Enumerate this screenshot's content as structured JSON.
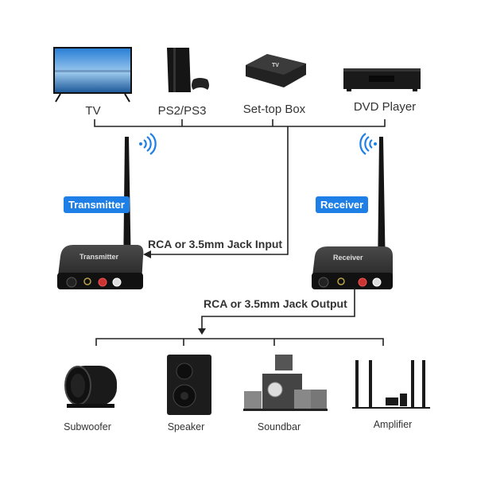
{
  "sources": [
    {
      "id": "tv",
      "label": "TV",
      "icon": "tv-icon"
    },
    {
      "id": "ps",
      "label": "PS2/PS3",
      "icon": "game-console-icon"
    },
    {
      "id": "stb",
      "label": "Set-top Box",
      "icon": "set-top-box-icon"
    },
    {
      "id": "dvd",
      "label": "DVD Player",
      "icon": "dvd-player-icon"
    }
  ],
  "transmitter": {
    "badge": "Transmitter",
    "device_text": "Transmitter"
  },
  "receiver": {
    "badge": "Receiver",
    "device_text": "Receiver"
  },
  "connections": {
    "input": "RCA or 3.5mm Jack Input",
    "output": "RCA or 3.5mm Jack Output"
  },
  "outputs": [
    {
      "id": "sub",
      "label": "Subwoofer",
      "icon": "subwoofer-icon"
    },
    {
      "id": "spk",
      "label": "Speaker",
      "icon": "speaker-icon"
    },
    {
      "id": "sb",
      "label": "Soundbar",
      "icon": "soundbar-icon"
    },
    {
      "id": "amp",
      "label": "Amplifier",
      "icon": "amplifier-icon"
    }
  ],
  "colors": {
    "accent": "#1e7fe6",
    "device": "#2b2b2b",
    "line": "#222222"
  }
}
